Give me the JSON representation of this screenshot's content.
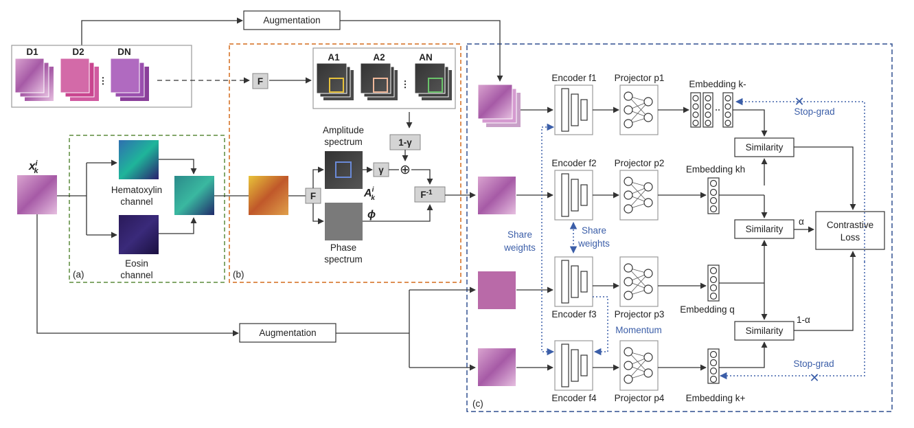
{
  "colors": {
    "panel_a_border": "#5a8a3a",
    "panel_b_border": "#d46a1a",
    "panel_c_border": "#2f4f8f",
    "annotation_blue": "#3b5ea8",
    "operator_fill": "#d4d4d4"
  },
  "top_augmentation": "Augmentation",
  "bottom_augmentation": "Augmentation",
  "domains": {
    "d1": "D1",
    "d2": "D2",
    "dn": "DN",
    "ellipsis": "⋮"
  },
  "input_label": "x",
  "input_sup": "i",
  "input_sub": "k",
  "panel_a": {
    "tag": "(a)",
    "hematoxylin_line1": "Hematoxylin",
    "hematoxylin_line2": "channel",
    "eosin_line1": "Eosin",
    "eosin_line2": "channel"
  },
  "panel_b": {
    "tag": "(b)",
    "fourier": "F",
    "inverse_fourier": "F",
    "inverse_sup": "-1",
    "amplitudes": {
      "a1": "A1",
      "a2": "A2",
      "an": "AN",
      "ellipsis": "⋮"
    },
    "amplitude_line1": "Amplitude",
    "amplitude_line2": "spectrum",
    "phase_line1": "Phase",
    "phase_line2": "spectrum",
    "gamma": "γ",
    "one_minus_gamma": "1-γ",
    "plus": "⊕",
    "phi": "ϕ",
    "amp_symbol": "A",
    "amp_sup": "i",
    "amp_sub": "k"
  },
  "panel_c": {
    "tag": "(c)",
    "encoders": [
      "Encoder f1",
      "Encoder f2",
      "Encoder f3",
      "Encoder f4"
    ],
    "projectors": [
      "Projector p1",
      "Projector p2",
      "Projector p3",
      "Projector p4"
    ],
    "embeddings": [
      "Embedding k-",
      "Embedding kh",
      "Embedding q",
      "Embedding k+"
    ],
    "similarity": [
      "Similarity",
      "Similarity",
      "Similarity"
    ],
    "contrastive_line1": "Contrastive",
    "contrastive_line2": "Loss",
    "alpha": "α",
    "one_minus_alpha": "1-α",
    "stop_grad_top": "Stop-grad",
    "stop_grad_bottom": "Stop-grad",
    "share_weights_left_1": "Share",
    "share_weights_left_2": "weights",
    "share_weights_mid_1": "Share",
    "share_weights_mid_2": "weights",
    "momentum": "Momentum",
    "cross": "✕"
  }
}
